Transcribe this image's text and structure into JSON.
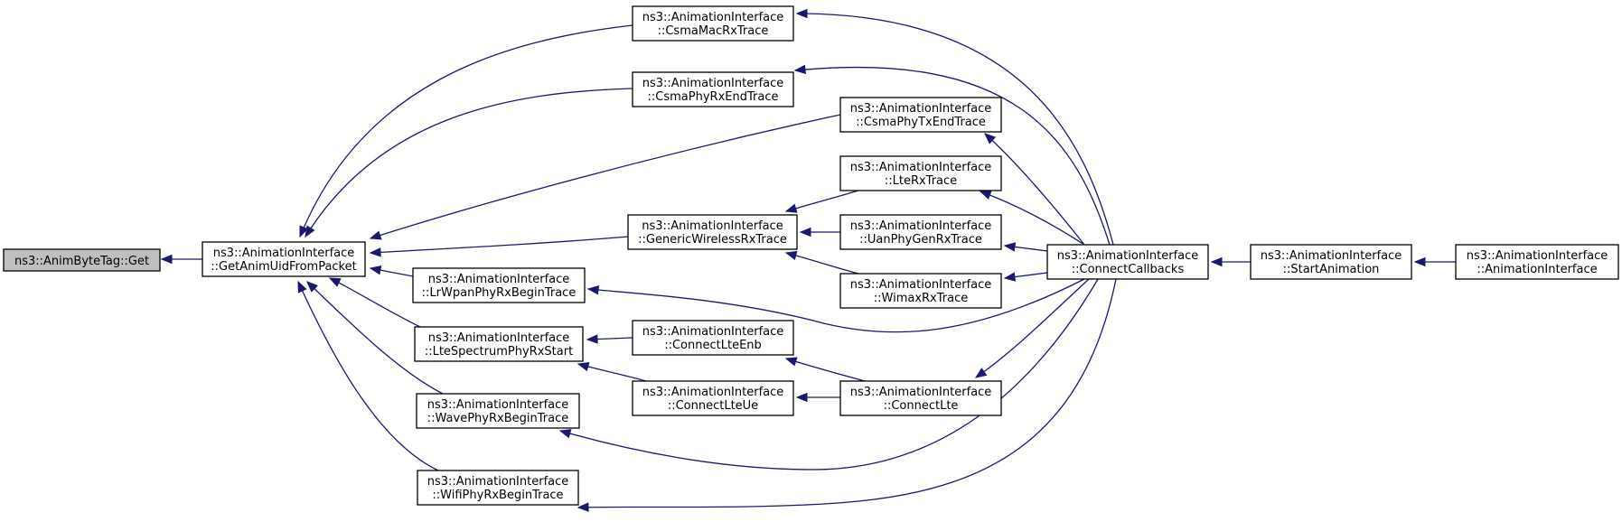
{
  "nodes": [
    {
      "id": "get",
      "line1": "ns3::AnimByteTag::Get",
      "line2": "",
      "highlight": true
    },
    {
      "id": "getanimuid",
      "line1": "ns3::AnimationInterface",
      "line2": "::GetAnimUidFromPacket"
    },
    {
      "id": "csmamacrx",
      "line1": "ns3::AnimationInterface",
      "line2": "::CsmaMacRxTrace"
    },
    {
      "id": "csmaphyrxend",
      "line1": "ns3::AnimationInterface",
      "line2": "::CsmaPhyRxEndTrace"
    },
    {
      "id": "csmaphytxend",
      "line1": "ns3::AnimationInterface",
      "line2": "::CsmaPhyTxEndTrace"
    },
    {
      "id": "ltrx",
      "line1": "ns3::AnimationInterface",
      "line2": "::LteRxTrace"
    },
    {
      "id": "genericwireless",
      "line1": "ns3::AnimationInterface",
      "line2": "::GenericWirelessRxTrace"
    },
    {
      "id": "uanphy",
      "line1": "ns3::AnimationInterface",
      "line2": "::UanPhyGenRxTrace"
    },
    {
      "id": "wimax",
      "line1": "ns3::AnimationInterface",
      "line2": "::WimaxRxTrace"
    },
    {
      "id": "lrwpan",
      "line1": "ns3::AnimationInterface",
      "line2": "::LrWpanPhyRxBeginTrace"
    },
    {
      "id": "ltespectrum",
      "line1": "ns3::AnimationInterface",
      "line2": "::LteSpectrumPhyRxStart"
    },
    {
      "id": "connectlteenb",
      "line1": "ns3::AnimationInterface",
      "line2": "::ConnectLteEnb"
    },
    {
      "id": "connectlteue",
      "line1": "ns3::AnimationInterface",
      "line2": "::ConnectLteUe"
    },
    {
      "id": "connectlte",
      "line1": "ns3::AnimationInterface",
      "line2": "::ConnectLte"
    },
    {
      "id": "wavephy",
      "line1": "ns3::AnimationInterface",
      "line2": "::WavePhyRxBeginTrace"
    },
    {
      "id": "wifiphy",
      "line1": "ns3::AnimationInterface",
      "line2": "::WifiPhyRxBeginTrace"
    },
    {
      "id": "connectcallbacks",
      "line1": "ns3::AnimationInterface",
      "line2": "::ConnectCallbacks"
    },
    {
      "id": "startanimation",
      "line1": "ns3::AnimationInterface",
      "line2": "::StartAnimation"
    },
    {
      "id": "animinterface",
      "line1": "ns3::AnimationInterface",
      "line2": "::AnimationInterface"
    }
  ],
  "edges": [
    {
      "from": "getanimuid",
      "to": "get"
    },
    {
      "from": "csmamacrx",
      "to": "getanimuid"
    },
    {
      "from": "csmaphyrxend",
      "to": "getanimuid"
    },
    {
      "from": "csmaphytxend",
      "to": "getanimuid"
    },
    {
      "from": "genericwireless",
      "to": "getanimuid"
    },
    {
      "from": "lrwpan",
      "to": "getanimuid"
    },
    {
      "from": "ltespectrum",
      "to": "getanimuid"
    },
    {
      "from": "wavephy",
      "to": "getanimuid"
    },
    {
      "from": "wifiphy",
      "to": "getanimuid"
    },
    {
      "from": "ltrx",
      "to": "genericwireless"
    },
    {
      "from": "uanphy",
      "to": "genericwireless"
    },
    {
      "from": "wimax",
      "to": "genericwireless"
    },
    {
      "from": "connectlteenb",
      "to": "ltespectrum"
    },
    {
      "from": "connectlteue",
      "to": "ltespectrum"
    },
    {
      "from": "connectlte",
      "to": "connectlteenb"
    },
    {
      "from": "connectlte",
      "to": "connectlteue"
    },
    {
      "from": "connectcallbacks",
      "to": "csmamacrx"
    },
    {
      "from": "connectcallbacks",
      "to": "csmaphyrxend"
    },
    {
      "from": "connectcallbacks",
      "to": "csmaphytxend"
    },
    {
      "from": "connectcallbacks",
      "to": "ltrx"
    },
    {
      "from": "connectcallbacks",
      "to": "uanphy"
    },
    {
      "from": "connectcallbacks",
      "to": "wimax"
    },
    {
      "from": "connectcallbacks",
      "to": "lrwpan"
    },
    {
      "from": "connectcallbacks",
      "to": "connectlte"
    },
    {
      "from": "connectcallbacks",
      "to": "wavephy"
    },
    {
      "from": "connectcallbacks",
      "to": "wifiphy"
    },
    {
      "from": "startanimation",
      "to": "connectcallbacks"
    },
    {
      "from": "animinterface",
      "to": "startanimation"
    }
  ],
  "colors": {
    "edge": "#191970",
    "highlight_fill": "#bfbfbf",
    "node_fill": "#ffffff",
    "node_border": "#000000"
  }
}
